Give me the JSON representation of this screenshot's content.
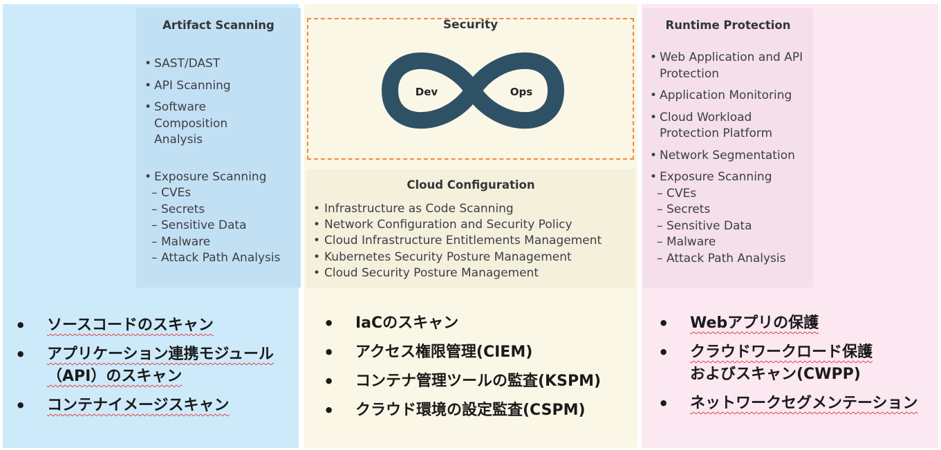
{
  "artifact": {
    "title": "Artifact Scanning",
    "items": [
      "SAST/DAST",
      "API Scanning",
      "Software Composition Analysis",
      "Exposure Scanning"
    ],
    "subitems": [
      "CVEs",
      "Secrets",
      "Sensitive Data",
      "Malware",
      "Attack Path Analysis"
    ],
    "jp": [
      "ソースコードのスキャン",
      "アプリケーション連携モジュール",
      "（API）のスキャン",
      "コンテナイメージスキャン"
    ]
  },
  "security": {
    "title": "Security",
    "dev": "Dev",
    "ops": "Ops",
    "loop_color": "#2f5166",
    "border_color": "#f0883e"
  },
  "cloud": {
    "title": "Cloud Configuration",
    "items": [
      "Infrastructure as Code Scanning",
      "Network Configuration and Security Policy",
      "Cloud Infrastructure Entitlements Management",
      "Kubernetes Security Posture Management",
      "Cloud Security Posture Management"
    ],
    "jp": [
      "IaCのスキャン",
      "アクセス権限管理(CIEM)",
      "コンテナ管理ツールの監査(KSPM)",
      "クラウド環境の設定監査(CSPM)"
    ]
  },
  "runtime": {
    "title": "Runtime Protection",
    "items": [
      "Web Application and API Protection",
      "Application Monitoring",
      "Cloud Workload Protection Platform",
      "Network Segmentation",
      "Exposure Scanning"
    ],
    "subitems": [
      "CVEs",
      "Secrets",
      "Sensitive Data",
      "Malware",
      "Attack Path Analysis"
    ],
    "jp": [
      "Webアプリの保護",
      "クラウドワークロード保護",
      "およびスキャン(CWPP)",
      "ネットワークセグメンテーション"
    ]
  },
  "colors": {
    "left_bg": "#cdeafb",
    "mid_bg": "#fbf7e7",
    "right_bg": "#fbe8f1"
  }
}
